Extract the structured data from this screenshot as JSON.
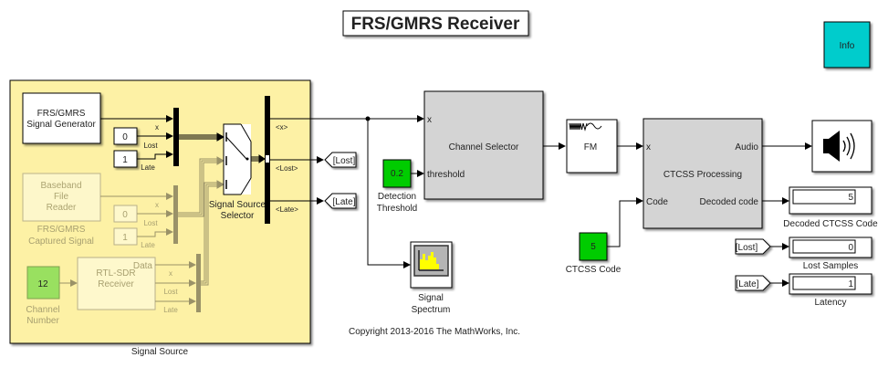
{
  "title": "FRS/GMRS Receiver",
  "info_button": "Info",
  "copyright": "Copyright 2013-2016 The MathWorks, Inc.",
  "colors": {
    "subsystem_bg": "#fdf1a5",
    "gray_block": "#d4d4d4",
    "green_const": "#00cc00",
    "light_green_const": "#99e060",
    "info_cyan": "#00cccc",
    "faded_text": "#a8a070"
  },
  "signal_source": {
    "label": "Signal Source",
    "generator": {
      "line1": "FRS/GMRS",
      "line2": "Signal Generator"
    },
    "gen_lost_const": "0",
    "gen_late_const": "1",
    "gen_port_labels": [
      "x",
      "Lost",
      "Late"
    ],
    "baseband": {
      "line1": "Baseband",
      "line2": "File",
      "line3": "Reader",
      "caption1": "FRS/GMRS",
      "caption2": "Captured Signal"
    },
    "bb_lost_const": "0",
    "bb_late_const": "1",
    "bb_port_labels": [
      "x",
      "Lost",
      "Late"
    ],
    "channel_number": {
      "value": "12",
      "caption1": "Channel",
      "caption2": "Number"
    },
    "rtl_sdr": {
      "line1": "RTL-SDR",
      "line2": "Receiver",
      "port": "Data"
    },
    "rtl_port_labels": [
      "x",
      "Lost",
      "Late"
    ],
    "selector": {
      "line1": "Signal Source",
      "line2": "Selector"
    },
    "bus_outputs": [
      "<x>",
      "<Lost>",
      "<Late>"
    ],
    "goto_lost": "[Lost]",
    "goto_late": "[Late]"
  },
  "channel_selector": {
    "label": "Channel Selector",
    "ports": [
      "x",
      "threshold"
    ]
  },
  "detection_threshold": {
    "value": "0.2",
    "caption1": "Detection",
    "caption2": "Threshold"
  },
  "signal_spectrum": {
    "caption1": "Signal",
    "caption2": "Spectrum"
  },
  "fm": {
    "label": "FM"
  },
  "ctcss": {
    "label": "CTCSS Processing",
    "in_ports": [
      "x",
      "Code"
    ],
    "out_ports": [
      "Audio",
      "Decoded code"
    ]
  },
  "ctcss_code": {
    "value": "5",
    "caption": "CTCSS Code"
  },
  "displays": [
    {
      "value": "5",
      "caption": "Decoded CTCSS Code"
    },
    {
      "value": "0",
      "caption": "Lost Samples",
      "from": "[Lost]"
    },
    {
      "value": "1",
      "caption": "Latency",
      "from": "[Late]"
    }
  ]
}
